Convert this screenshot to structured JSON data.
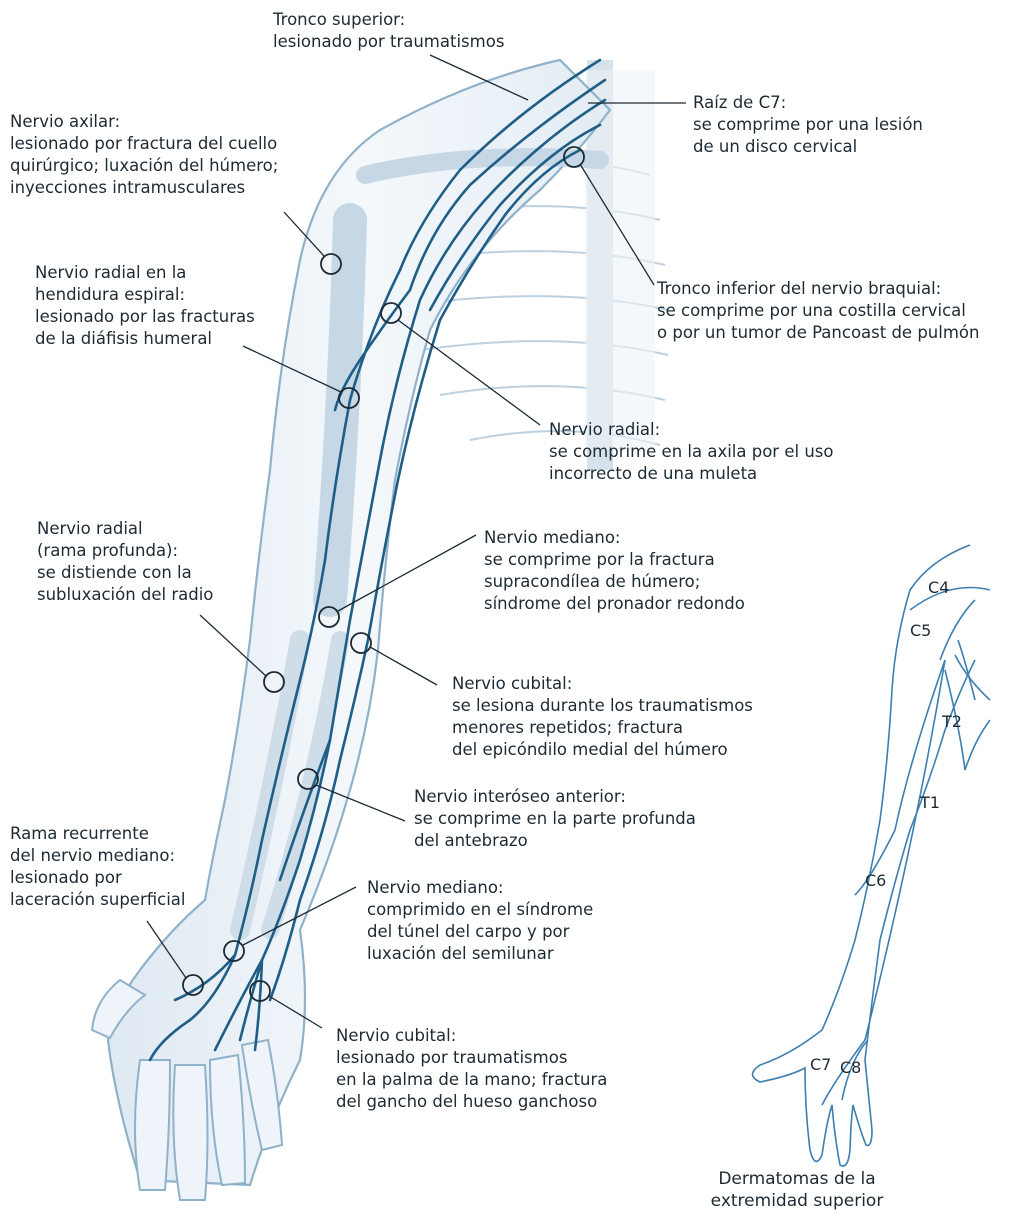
{
  "annotations": {
    "tronco_superior": {
      "title": "Tronco superior:",
      "lines": [
        "lesionado por traumatismos"
      ]
    },
    "nervio_axilar": {
      "title": "Nervio axilar:",
      "lines": [
        "lesionado por fractura del cuello",
        "quirúrgico; luxación del húmero;",
        "inyecciones intramusculares"
      ]
    },
    "raiz_c7": {
      "title": "Raíz de C7:",
      "lines": [
        "se comprime por una lesión",
        "de un disco cervical"
      ]
    },
    "nervio_radial_espiral": {
      "title_lines": [
        "Nervio radial en la",
        "hendidura espiral:"
      ],
      "lines": [
        "lesionado por las fracturas",
        "de la diáfisis humeral"
      ]
    },
    "tronco_inferior": {
      "title": "Tronco inferior del nervio braquial:",
      "lines": [
        "se comprime por una costilla cervical",
        "o por un tumor de Pancoast de pulmón"
      ]
    },
    "nervio_radial_axila": {
      "title": "Nervio radial:",
      "lines": [
        "se comprime en la axila por el uso",
        "incorrecto de una muleta"
      ]
    },
    "nervio_radial_profunda": {
      "title_lines": [
        "Nervio radial",
        "(rama profunda):"
      ],
      "lines": [
        "se distiende con la",
        "subluxación del radio"
      ]
    },
    "nervio_mediano_codo": {
      "title": "Nervio mediano:",
      "lines": [
        "se comprime por la fractura",
        "supracondílea de húmero;",
        "síndrome del pronador redondo"
      ]
    },
    "nervio_cubital_codo": {
      "title": "Nervio cubital:",
      "lines": [
        "se lesiona durante los traumatismos",
        "menores repetidos; fractura",
        "del epicóndilo medial del húmero"
      ]
    },
    "nervio_interoseo": {
      "title": "Nervio interóseo anterior:",
      "lines": [
        "se comprime en la parte profunda",
        "del antebrazo"
      ]
    },
    "rama_recurrente": {
      "title_lines": [
        "Rama recurrente",
        "del nervio mediano:"
      ],
      "lines": [
        "lesionado por",
        "laceración superficial"
      ]
    },
    "nervio_mediano_carpo": {
      "title": "Nervio mediano:",
      "lines": [
        "comprimido en el síndrome",
        "del túnel del carpo y por",
        "luxación del semilunar"
      ]
    },
    "nervio_cubital_mano": {
      "title": "Nervio cubital:",
      "lines": [
        "lesionado por traumatismos",
        "en la palma de la mano; fractura",
        "del gancho del hueso ganchoso"
      ]
    }
  },
  "dermatomes": {
    "labels": [
      "C4",
      "C5",
      "T2",
      "T1",
      "C6",
      "C7",
      "C8"
    ],
    "caption": [
      "Dermatomas de la",
      "extremidad superior"
    ]
  },
  "colors": {
    "text": "#1e2a33",
    "nerve": "#1f5e86",
    "outline": "#6d9ab9",
    "skin_fill": "#e9f1f7",
    "bone_fill": "#f2f6fa",
    "dermatome_line": "#3c7fb0",
    "leader": "#1e2a33"
  }
}
